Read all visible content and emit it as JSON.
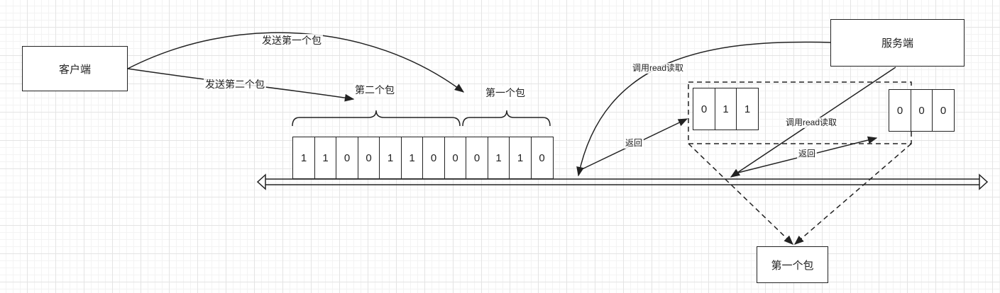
{
  "nodes": {
    "client": "客户端",
    "server": "服务端",
    "first_packet": "第一个包"
  },
  "labels": {
    "send_first": "发送第一个包",
    "send_second": "发送第二个包",
    "second_packet": "第二个包",
    "first_packet": "第一个包",
    "read_call_1": "调用read读取",
    "read_call_2": "调用read读取",
    "return_1": "返回",
    "return_2": "返回"
  },
  "stream_bits": [
    "1",
    "1",
    "0",
    "0",
    "1",
    "1",
    "0",
    "0",
    "0",
    "1",
    "1",
    "0"
  ],
  "read_buffer_1": [
    "0",
    "1",
    "1"
  ],
  "read_buffer_2": [
    "0",
    "0",
    "0"
  ]
}
